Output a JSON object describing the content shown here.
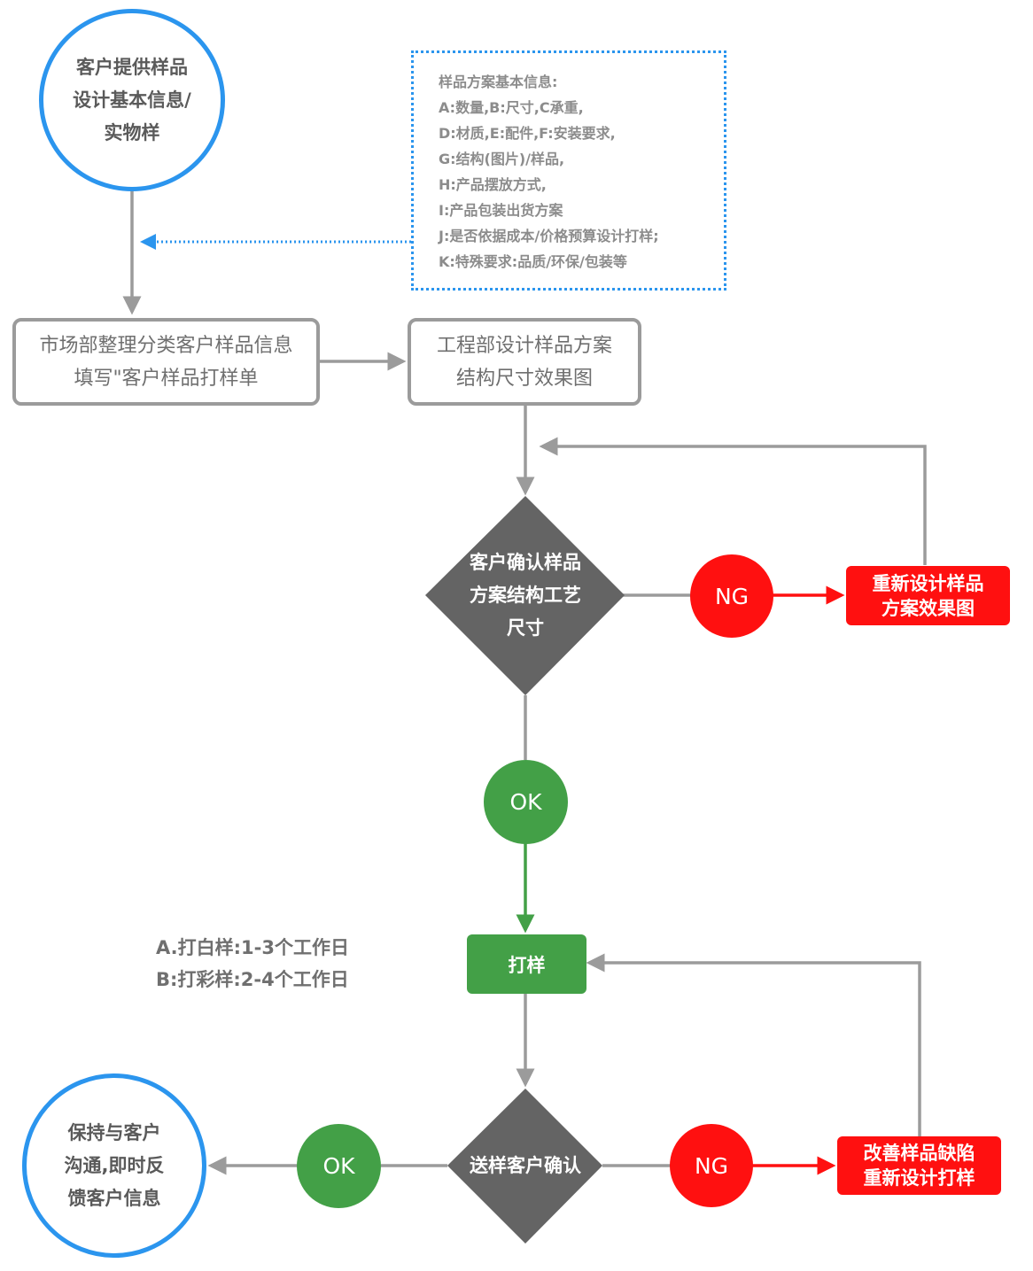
{
  "nodes": {
    "customer_provides": {
      "lines": [
        "客户提供样品",
        "设计基本信息/",
        "实物样"
      ]
    },
    "sample_info": {
      "lines": [
        "样品方案基本信息:",
        "A:数量,B:尺寸,C承重,",
        "D:材质,E:配件,F:安装要求,",
        "G:结构(图片)/样品,",
        "H:产品摆放方式,",
        "I:产品包装出货方案",
        "J:是否依据成本/价格预算设计打样;",
        "K:特殊要求:品质/环保/包装等"
      ]
    },
    "marketing": {
      "lines": [
        "市场部整理分类客户样品信息",
        "填写\"客户样品打样单"
      ]
    },
    "engineering": {
      "lines": [
        "工程部设计样品方案",
        "结构尺寸效果图"
      ]
    },
    "confirm_design": {
      "lines": [
        "客户确认样品",
        "方案结构工艺",
        "尺寸"
      ]
    },
    "ng1": {
      "label": "NG"
    },
    "redesign": {
      "lines": [
        "重新设计样品",
        "方案效果图"
      ]
    },
    "ok1": {
      "label": "OK"
    },
    "proofing": {
      "label": "打样"
    },
    "proof_notes": {
      "lines": [
        "A.打白样:1-3个工作日",
        "B:打彩样:2-4个工作日"
      ]
    },
    "send_confirm": {
      "label": "送样客户确认"
    },
    "ng2": {
      "label": "NG"
    },
    "improve": {
      "lines": [
        "改善样品缺陷",
        "重新设计打样"
      ]
    },
    "ok2": {
      "label": "OK"
    },
    "keep_contact": {
      "lines": [
        "保持与客户",
        "沟通,即时反",
        "馈客户信息"
      ]
    }
  },
  "colors": {
    "blue": "#2b95ee",
    "gray_line": "#9b9b9b",
    "diamond": "#646464",
    "red": "#ff1010",
    "green": "#43a047"
  }
}
